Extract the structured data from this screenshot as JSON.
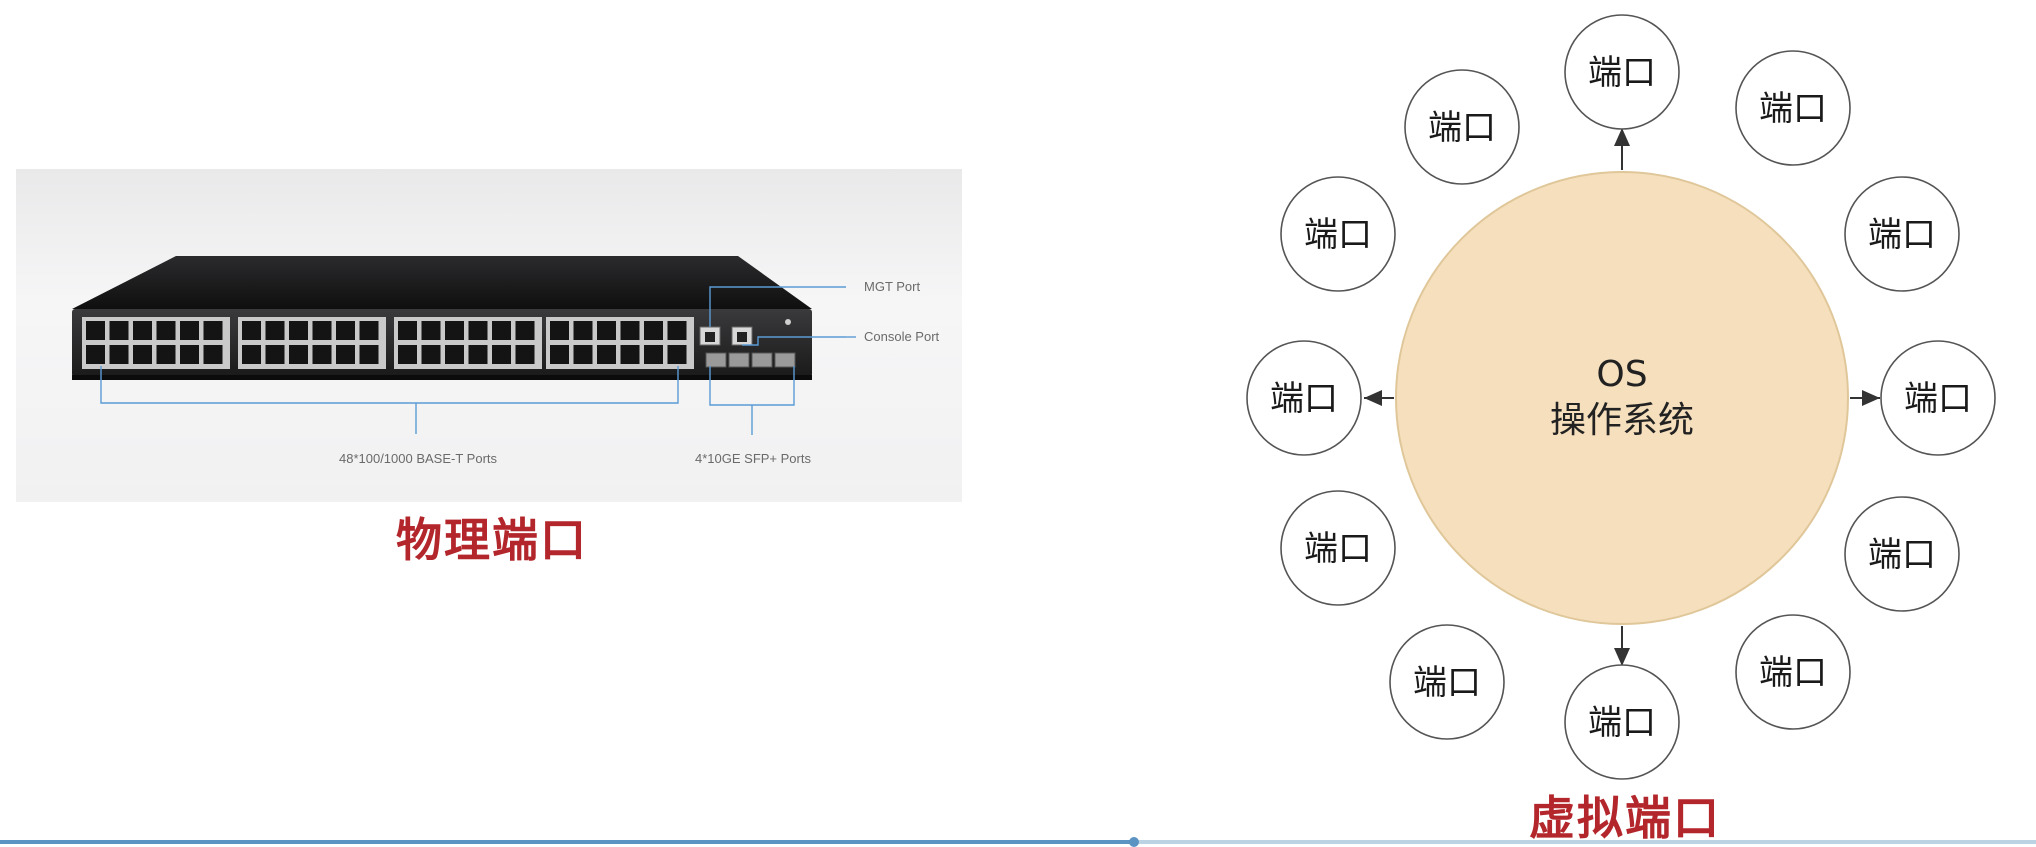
{
  "physical": {
    "caption": "物理端口",
    "callouts": {
      "mgt_port": "MGT Port",
      "console_port": "Console Port",
      "base_t_ports": "48*100/1000 BASE-T Ports",
      "sfp_ports": "4*10GE SFP+ Ports"
    }
  },
  "virtual": {
    "caption": "虚拟端口",
    "os_line1": "OS",
    "os_line2": "操作系统",
    "ports": [
      "端口",
      "端口",
      "端口",
      "端口",
      "端口",
      "端口",
      "端口",
      "端口",
      "端口",
      "端口",
      "端口",
      "端口"
    ]
  },
  "colors": {
    "caption_red": "#b3262b",
    "os_fill": "#f5dfbd",
    "os_stroke": "#e0c79a",
    "callout_blue": "#5b9bd5"
  },
  "progress": {
    "fraction": 0.557
  }
}
